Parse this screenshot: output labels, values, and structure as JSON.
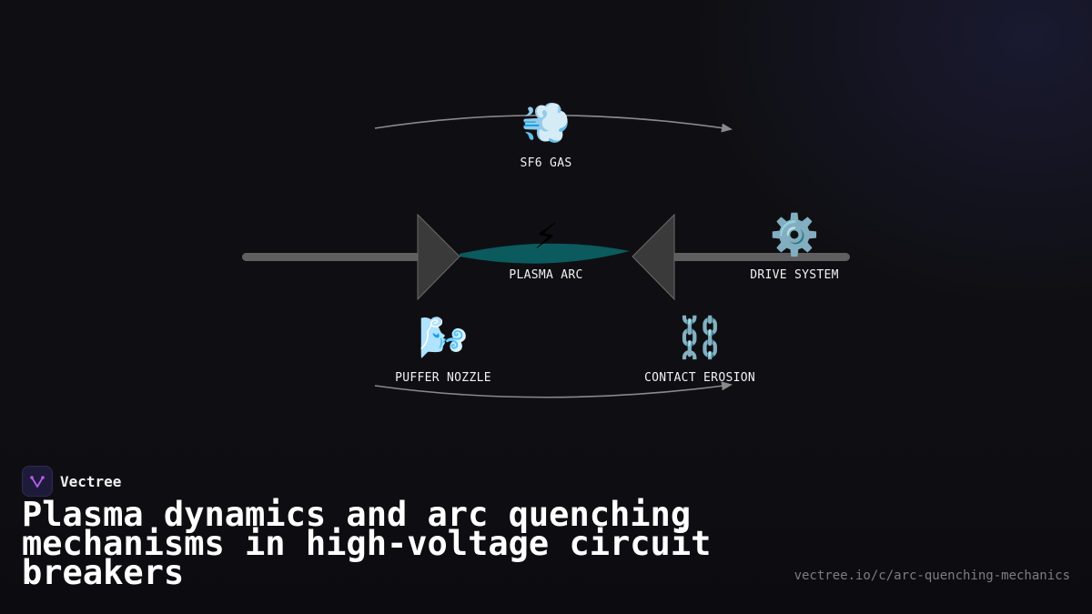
{
  "diagram": {
    "nodes": [
      {
        "id": "sf6",
        "label": "SF6 GAS",
        "icon": "dashing-away-icon",
        "glyph": "💨"
      },
      {
        "id": "arc",
        "label": "PLASMA ARC",
        "icon": "lightning-icon",
        "glyph": "⚡"
      },
      {
        "id": "drive",
        "label": "DRIVE SYSTEM",
        "icon": "gear-icon",
        "glyph": "⚙️"
      },
      {
        "id": "nozzle",
        "label": "PUFFER NOZZLE",
        "icon": "wind-blowing-face-icon",
        "glyph": "🌬️"
      },
      {
        "id": "erosion",
        "label": "CONTACT EROSION",
        "icon": "chains-icon",
        "glyph": "⛓️"
      }
    ],
    "colors": {
      "rod": "#5f5f5f",
      "contact": "#3a3a3a",
      "arc": "#0b5a5e",
      "flow_arrow": "#8a8a8a"
    }
  },
  "brand": {
    "name": "Vectree",
    "accent": "#b95cf0"
  },
  "title": "Plasma dynamics and arc quenching mechanisms in high-voltage circuit breakers",
  "url": "vectree.io/c/arc-quenching-mechanics"
}
